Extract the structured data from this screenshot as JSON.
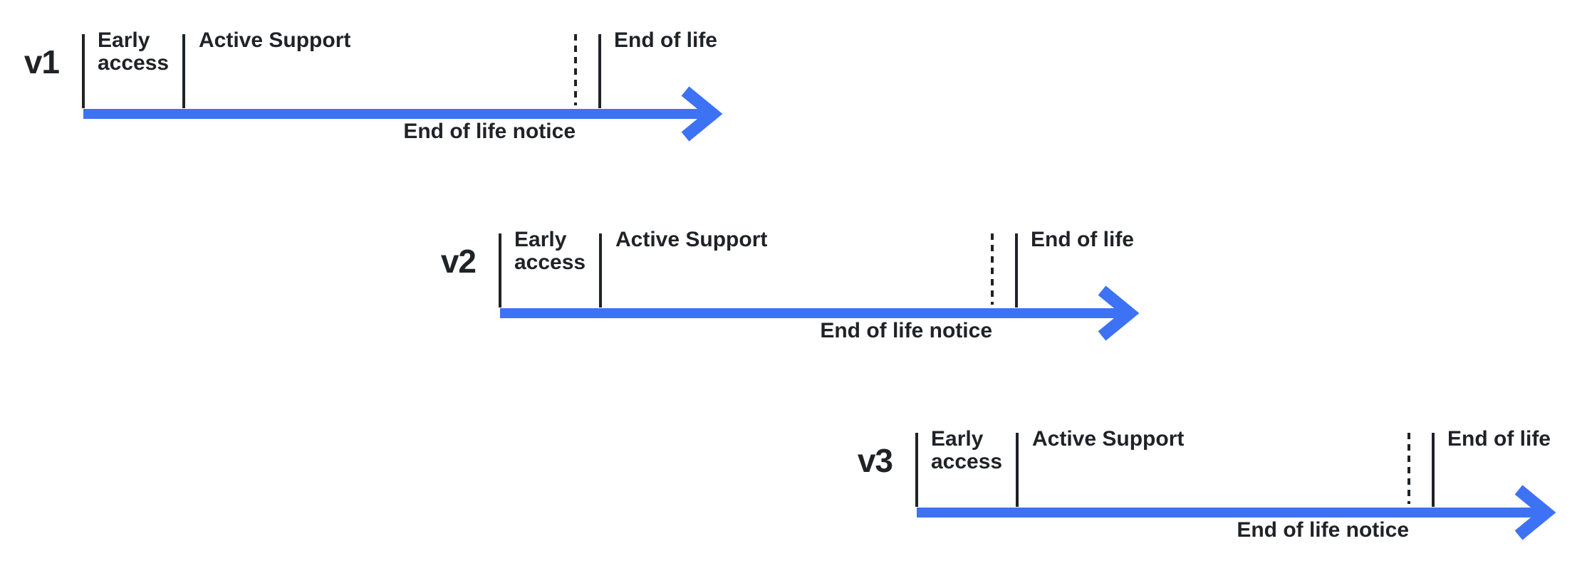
{
  "diagram": {
    "description": "Version lifecycle timelines",
    "colors": {
      "arrow_blue": "#3d72f4",
      "ink": "#1f2327"
    },
    "rows": [
      {
        "version": "v1",
        "early_access": "Early access",
        "active_support": "Active Support",
        "end_of_life": "End of life",
        "end_of_life_notice": "End of life notice"
      },
      {
        "version": "v2",
        "early_access": "Early access",
        "active_support": "Active Support",
        "end_of_life": "End of life",
        "end_of_life_notice": "End of life notice"
      },
      {
        "version": "v3",
        "early_access": "Early access",
        "active_support": "Active Support",
        "end_of_life": "End of life",
        "end_of_life_notice": "End of life notice"
      }
    ]
  }
}
